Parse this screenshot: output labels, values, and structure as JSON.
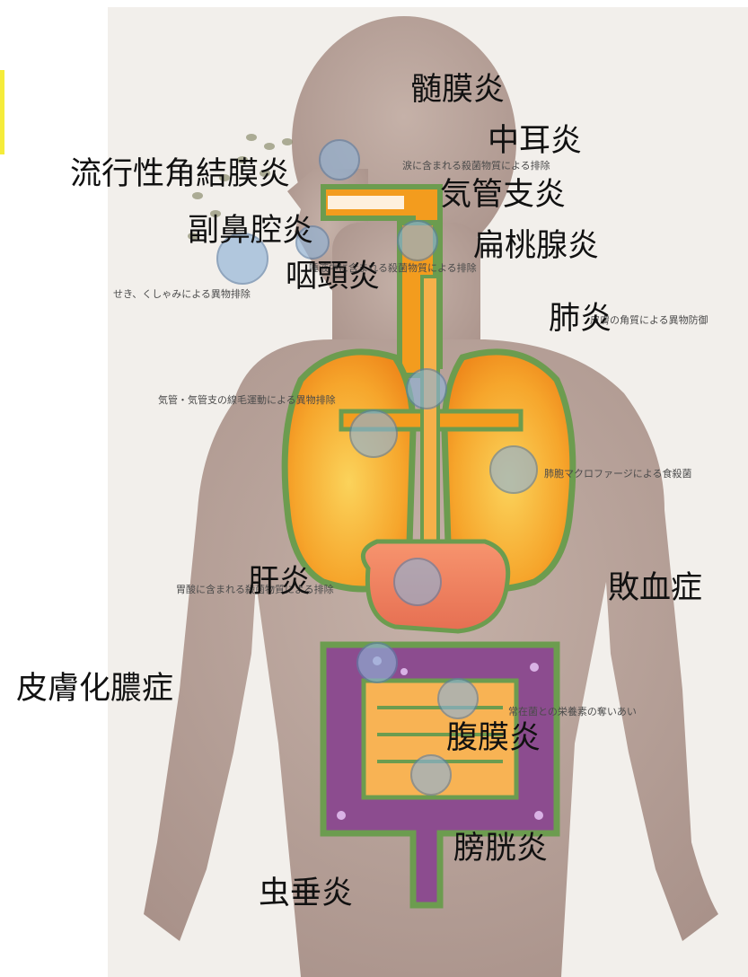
{
  "diseases": {
    "meningitis": "髄膜炎",
    "otitis_media": "中耳炎",
    "epidemic_keratoconjunctivitis": "流行性角結膜炎",
    "bronchitis": "気管支炎",
    "sinusitis": "副鼻腔炎",
    "tonsillitis": "扁桃腺炎",
    "pharyngitis": "咽頭炎",
    "pneumonia": "肺炎",
    "hepatitis": "肝炎",
    "sepsis": "敗血症",
    "pyoderma": "皮膚化膿症",
    "peritonitis": "腹膜炎",
    "cystitis": "膀胱炎",
    "appendicitis": "虫垂炎"
  },
  "defenses": {
    "tears": "涙に含まれる殺菌物質による排除",
    "saliva": "唾液中に含まれる殺菌物質による排除",
    "cough_sneeze": "せき、くしゃみによる異物排除",
    "skin_keratin": "皮膚の角質による異物防御",
    "cilia": "気管・気管支の線毛運動による異物排除",
    "macrophage": "肺胞マクロファージによる食殺菌",
    "stomach_acid": "胃酸に含まれる殺菌物質による排除",
    "gut_flora": "常在菌との栄養素の奪いあい"
  },
  "colors": {
    "skin": "#b9a39a",
    "organ_outline": "#6c9c4f",
    "organ_orange": "#f39c1e",
    "organ_inner": "#fbd35b",
    "stomach": "#f08060",
    "intestine": "#8c4c8f",
    "pathogen": "#8fb2d6",
    "accent_tab": "#f5ec3a"
  }
}
